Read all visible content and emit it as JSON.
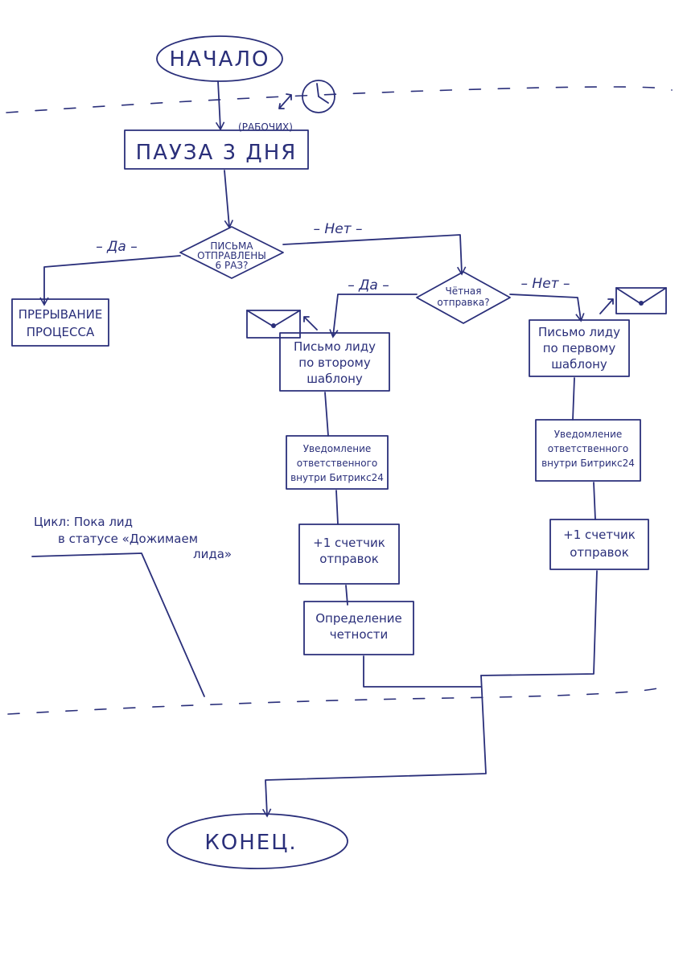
{
  "colors": {
    "ink": "#2a2f7a",
    "paper": "#ffffff"
  },
  "start": {
    "label": "НАЧАЛО"
  },
  "pause": {
    "label": "ПАУЗА 3 ДНЯ",
    "note": "(РАБОЧИХ)",
    "icon": "clock-icon"
  },
  "decision1": {
    "line1": "ПИСЬМА",
    "line2": "ОТПРАВЛЕНЫ",
    "line3": "6 РАЗ?",
    "yes_label": "– Да –",
    "no_label": "– Нет –"
  },
  "stop": {
    "line1": "ПРЕРЫВАНИЕ",
    "line2": "ПРОЦЕССА"
  },
  "decision2": {
    "line1": "Чётная",
    "line2": "отправка?",
    "yes_label": "– Да –",
    "no_label": "– Нет –"
  },
  "left_branch": {
    "email": {
      "line1": "Письмо лиду",
      "line2": "по второму",
      "line3": "шаблону",
      "icon": "envelope-icon"
    },
    "notify": {
      "line1": "Уведомление",
      "line2": "ответственного",
      "line3": "внутри Битрикс24"
    },
    "counter": {
      "line1": "+1 счетчик",
      "line2": "отправок"
    },
    "parity": {
      "line1": "Определение",
      "line2": "четности"
    }
  },
  "right_branch": {
    "email": {
      "line1": "Письмо лиду",
      "line2": "по первому",
      "line3": "шаблону",
      "icon": "envelope-icon"
    },
    "notify": {
      "line1": "Уведомление",
      "line2": "ответственного",
      "line3": "внутри Битрикс24"
    },
    "counter": {
      "line1": "+1 счетчик",
      "line2": "отправок"
    }
  },
  "loop_note": {
    "line1": "Цикл: Пока лид",
    "line2": "в статусе «Дожимаем",
    "line3": "лида»"
  },
  "end": {
    "label": "КОНЕЦ."
  }
}
